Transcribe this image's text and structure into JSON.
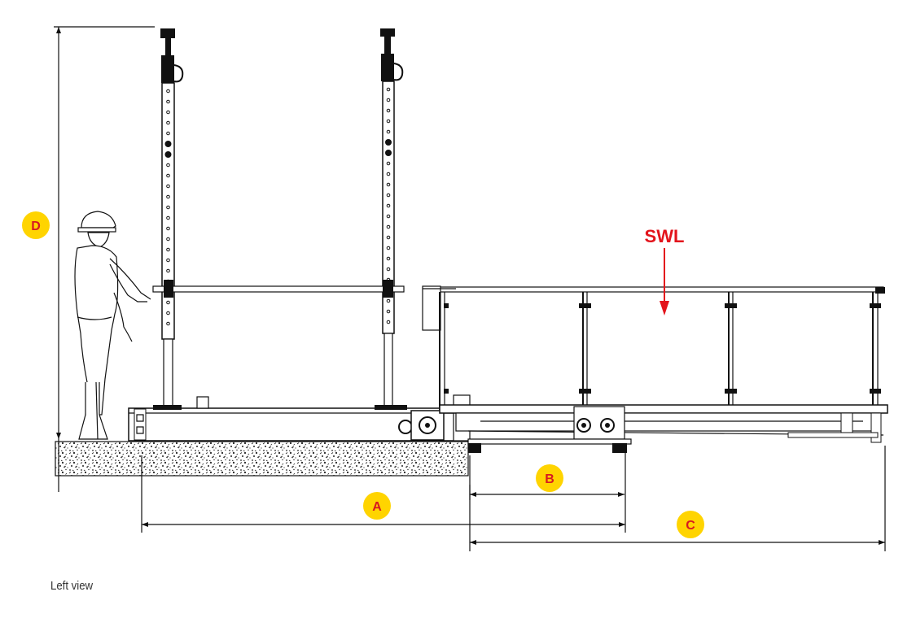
{
  "labels": {
    "swl": "SWL",
    "dim_a": "A",
    "dim_b": "B",
    "dim_c": "C",
    "dim_d": "D",
    "caption": "Left view"
  },
  "colors": {
    "badge_fill": "#FFD400",
    "badge_text": "#D71920",
    "swl_red": "#E3141C",
    "line": "#111111"
  }
}
